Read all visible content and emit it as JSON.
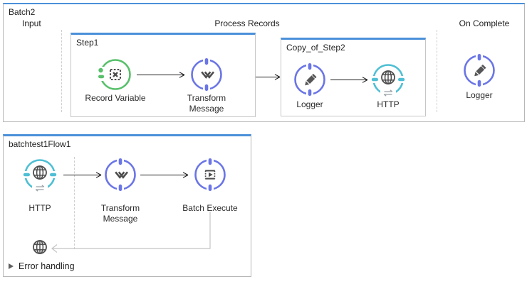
{
  "colors": {
    "accent_blue": "#4a90d9",
    "node_purple": "#6a75e6",
    "node_teal": "#4ebfd4",
    "node_green": "#57c06a",
    "icon_gray": "#4d4d4d",
    "connector_gray": "#c4c4c4"
  },
  "batch_flow": {
    "title": "Batch2",
    "input_label": "Input",
    "process_label": "Process Records",
    "on_complete_label": "On Complete",
    "step1": {
      "title": "Step1",
      "record_variable_label": "Record Variable",
      "transform_label": "Transform Message"
    },
    "step2": {
      "title": "Copy_of_Step2",
      "logger_label": "Logger",
      "http_label": "HTTP"
    },
    "on_complete_logger_label": "Logger"
  },
  "main_flow": {
    "title": "batchtest1Flow1",
    "http_label": "HTTP",
    "transform_label": "Transform Message",
    "batch_execute_label": "Batch Execute",
    "error_handling_label": "Error handling"
  }
}
